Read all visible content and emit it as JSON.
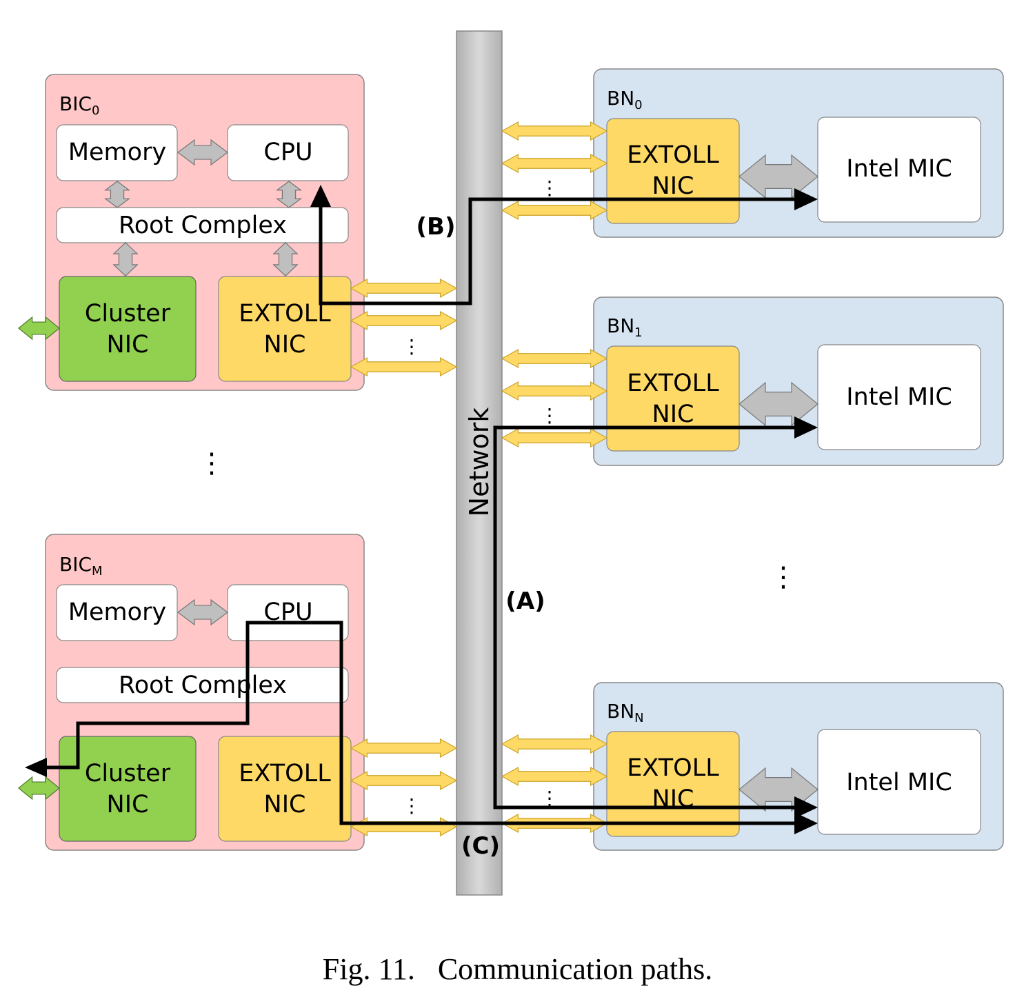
{
  "network_label": "Network",
  "bic0": {
    "title": "BIC",
    "sub": "0",
    "memory": "Memory",
    "cpu": "CPU",
    "root": "Root Complex",
    "cluster1": "Cluster",
    "cluster2": "NIC",
    "extoll1": "EXTOLL",
    "extoll2": "NIC"
  },
  "bicM": {
    "title": "BIC",
    "sub": "M",
    "memory": "Memory",
    "cpu": "CPU",
    "root": "Root Complex",
    "cluster1": "Cluster",
    "cluster2": "NIC",
    "extoll1": "EXTOLL",
    "extoll2": "NIC"
  },
  "bn0": {
    "title": "BN",
    "sub": "0",
    "extoll1": "EXTOLL",
    "extoll2": "NIC",
    "mic": "Intel MIC"
  },
  "bn1": {
    "title": "BN",
    "sub": "1",
    "extoll1": "EXTOLL",
    "extoll2": "NIC",
    "mic": "Intel MIC"
  },
  "bnN": {
    "title": "BN",
    "sub": "N",
    "extoll1": "EXTOLL",
    "extoll2": "NIC",
    "mic": "Intel MIC"
  },
  "paths": {
    "a": "(A)",
    "b": "(B)",
    "c": "(C)"
  },
  "ellipsis": "⋮",
  "caption": "Fig. 11.   Communication paths.",
  "colors": {
    "bic_fill": "#ffc7c7",
    "bn_fill": "#d6e3f0",
    "extoll": "#ffd966",
    "cluster": "#92d050",
    "network": "#cccccc",
    "path": "#000000"
  }
}
